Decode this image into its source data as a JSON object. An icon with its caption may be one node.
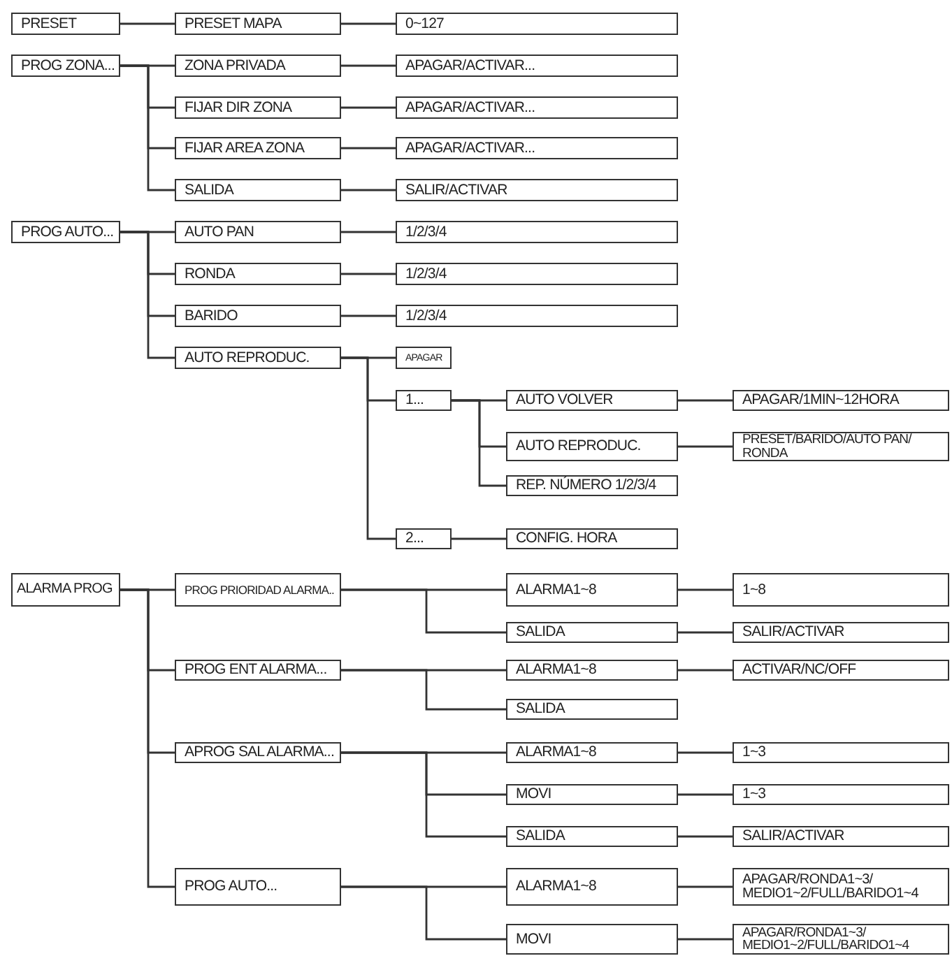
{
  "diagram": {
    "nodes": [
      {
        "text": [
          "PRESET"
        ]
      },
      {
        "text": [
          "PRESET MAPA"
        ]
      },
      {
        "text": [
          "0~127"
        ]
      },
      {
        "text": [
          "PROG ZONA..."
        ]
      },
      {
        "text": [
          "ZONA PRIVADA"
        ]
      },
      {
        "text": [
          "APAGAR/ACTIVAR..."
        ]
      },
      {
        "text": [
          "FIJAR DIR ZONA"
        ]
      },
      {
        "text": [
          "APAGAR/ACTIVAR..."
        ]
      },
      {
        "text": [
          "FIJAR AREA ZONA"
        ]
      },
      {
        "text": [
          "APAGAR/ACTIVAR..."
        ]
      },
      {
        "text": [
          "SALIDA"
        ]
      },
      {
        "text": [
          "SALIR/ACTIVAR"
        ]
      },
      {
        "text": [
          "PROG AUTO..."
        ]
      },
      {
        "text": [
          "AUTO PAN"
        ]
      },
      {
        "text": [
          "1/2/3/4"
        ]
      },
      {
        "text": [
          "RONDA"
        ]
      },
      {
        "text": [
          "1/2/3/4"
        ]
      },
      {
        "text": [
          "BARIDO"
        ]
      },
      {
        "text": [
          "1/2/3/4"
        ]
      },
      {
        "text": [
          "AUTO REPRODUC."
        ]
      },
      {
        "text": [
          "APAGAR"
        ]
      },
      {
        "text": [
          "1..."
        ]
      },
      {
        "text": [
          "AUTO VOLVER"
        ]
      },
      {
        "text": [
          "APAGAR/1MIN~12HORA"
        ]
      },
      {
        "text": [
          "AUTO REPRODUC."
        ]
      },
      {
        "text": [
          "PRESET/BARIDO/AUTO PAN/ RONDA"
        ]
      },
      {
        "text": [
          "REP. NÚMERO 1/2/3/4"
        ]
      },
      {
        "text": [
          "2..."
        ]
      },
      {
        "text": [
          "CONFIG. HORA"
        ]
      },
      {
        "text": [
          "ALARMA PROG"
        ]
      },
      {
        "text": [
          "PROG PRIORIDAD ALARMA.."
        ]
      },
      {
        "text": [
          "ALARMA1~8"
        ]
      },
      {
        "text": [
          "1~8"
        ]
      },
      {
        "text": [
          "SALIDA"
        ]
      },
      {
        "text": [
          "SALIR/ACTIVAR"
        ]
      },
      {
        "text": [
          "PROG ENT ALARMA..."
        ]
      },
      {
        "text": [
          "ALARMA1~8"
        ]
      },
      {
        "text": [
          "ACTIVAR/NC/OFF"
        ]
      },
      {
        "text": [
          "SALIDA"
        ]
      },
      {
        "text": [
          "APROG SAL ALARMA..."
        ]
      },
      {
        "text": [
          "ALARMA1~8"
        ]
      },
      {
        "text": [
          "1~3"
        ]
      },
      {
        "text": [
          "MOVI"
        ]
      },
      {
        "text": [
          "1~3"
        ]
      },
      {
        "text": [
          "SALIDA"
        ]
      },
      {
        "text": [
          "SALIR/ACTIVAR"
        ]
      },
      {
        "text": [
          "PROG AUTO..."
        ]
      },
      {
        "text": [
          "ALARMA1~8"
        ]
      },
      {
        "text": [
          "APAGAR/RONDA1~3/ MEDIO1~2/FULL/BARIDO1~4"
        ]
      },
      {
        "text": [
          "MOVI"
        ]
      },
      {
        "text": [
          "APAGAR/RONDA1~3/ MEDIO1~2/FULL/BARIDO1~4"
        ]
      }
    ],
    "edges": [
      {
        "from": 0,
        "to": 1,
        "arrow": "none"
      },
      {
        "from": 1,
        "to": 2,
        "arrow": "none"
      },
      {
        "from": 3,
        "to": 4,
        "arrow": "none"
      },
      {
        "from": 4,
        "to": 5,
        "arrow": "none"
      },
      {
        "from": 3,
        "to": 6,
        "arrow": "none"
      },
      {
        "from": 6,
        "to": 7,
        "arrow": "none"
      },
      {
        "from": 3,
        "to": 8,
        "arrow": "none"
      },
      {
        "from": 8,
        "to": 9,
        "arrow": "none"
      },
      {
        "from": 3,
        "to": 10,
        "arrow": "none"
      },
      {
        "from": 10,
        "to": 11,
        "arrow": "none"
      },
      {
        "from": 12,
        "to": 13,
        "arrow": "none"
      },
      {
        "from": 13,
        "to": 14,
        "arrow": "none"
      },
      {
        "from": 12,
        "to": 15,
        "arrow": "none"
      },
      {
        "from": 15,
        "to": 16,
        "arrow": "none"
      },
      {
        "from": 12,
        "to": 17,
        "arrow": "none"
      },
      {
        "from": 17,
        "to": 18,
        "arrow": "none"
      },
      {
        "from": 12,
        "to": 19,
        "arrow": "none"
      },
      {
        "from": 19,
        "to": 20,
        "arrow": "none"
      },
      {
        "from": 19,
        "to": 21,
        "arrow": "none"
      },
      {
        "from": 21,
        "to": 22,
        "arrow": "none"
      },
      {
        "from": 22,
        "to": 23,
        "arrow": "none"
      },
      {
        "from": 21,
        "to": 24,
        "arrow": "none"
      },
      {
        "from": 24,
        "to": 25,
        "arrow": "none"
      },
      {
        "from": 21,
        "to": 26,
        "arrow": "none"
      },
      {
        "from": 19,
        "to": 27,
        "arrow": "none"
      },
      {
        "from": 27,
        "to": 28,
        "arrow": "none"
      },
      {
        "from": 29,
        "to": 30,
        "arrow": "none"
      },
      {
        "from": 30,
        "to": 31,
        "arrow": "none"
      },
      {
        "from": 31,
        "to": 32,
        "arrow": "none"
      },
      {
        "from": 30,
        "to": 33,
        "arrow": "none"
      },
      {
        "from": 33,
        "to": 34,
        "arrow": "none"
      },
      {
        "from": 29,
        "to": 35,
        "arrow": "none"
      },
      {
        "from": 35,
        "to": 36,
        "arrow": "none"
      },
      {
        "from": 36,
        "to": 37,
        "arrow": "none"
      },
      {
        "from": 35,
        "to": 38,
        "arrow": "none"
      },
      {
        "from": 29,
        "to": 39,
        "arrow": "none"
      },
      {
        "from": 39,
        "to": 40,
        "arrow": "none"
      },
      {
        "from": 40,
        "to": 41,
        "arrow": "none"
      },
      {
        "from": 39,
        "to": 42,
        "arrow": "none"
      },
      {
        "from": 42,
        "to": 43,
        "arrow": "none"
      },
      {
        "from": 39,
        "to": 44,
        "arrow": "none"
      },
      {
        "from": 44,
        "to": 45,
        "arrow": "none"
      },
      {
        "from": 29,
        "to": 46,
        "arrow": "none"
      },
      {
        "from": 46,
        "to": 47,
        "arrow": "none"
      },
      {
        "from": 47,
        "to": 48,
        "arrow": "none"
      },
      {
        "from": 46,
        "to": 49,
        "arrow": "none"
      },
      {
        "from": 49,
        "to": 50,
        "arrow": "none"
      }
    ]
  }
}
